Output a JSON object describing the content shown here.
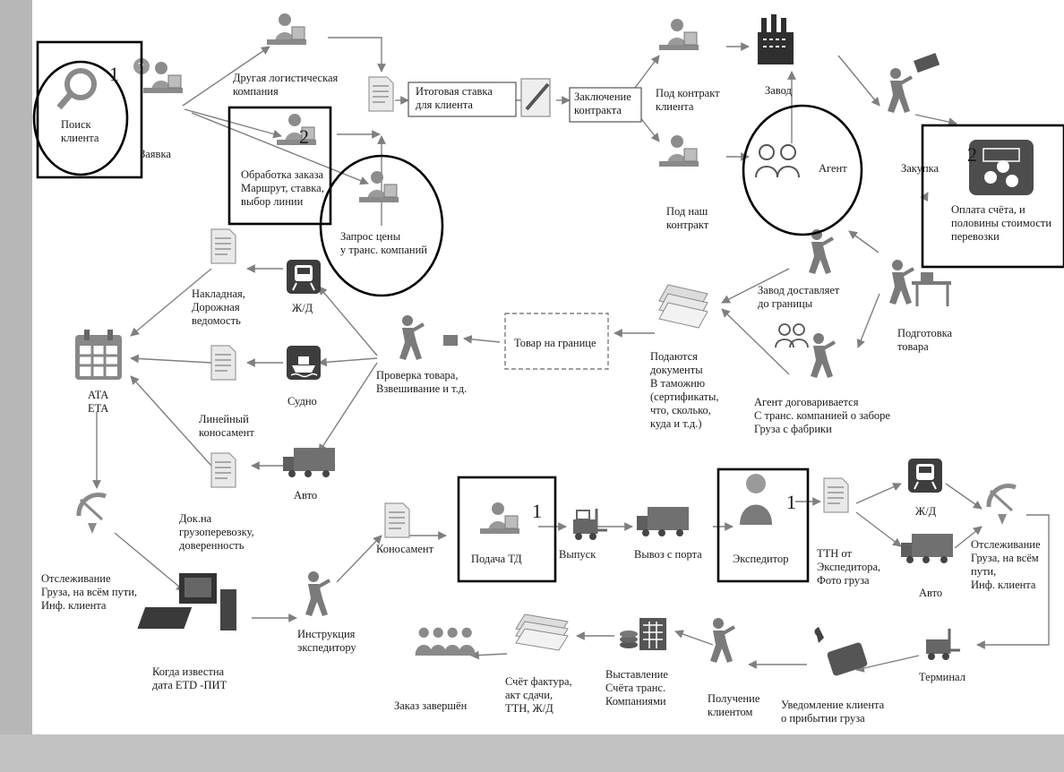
{
  "colors": {
    "arrow": "#7f7f7f",
    "icon": "#7a7a7a",
    "box_border": "#000000",
    "badge": "#4d4d4d",
    "frame": "#b7b7b7"
  },
  "markers": {
    "one": "1",
    "two": "2"
  },
  "labels": {
    "search": [
      "Поиск",
      "клиента"
    ],
    "request": [
      "Заявка"
    ],
    "other_logistics": [
      "Другая логистическая",
      "компания"
    ],
    "order_processing": [
      "Обработка заказа",
      "Маршрут, ставка,",
      "выбор линии"
    ],
    "price_request": [
      "Запрос цены",
      "у транс. компаний"
    ],
    "final_rate": [
      "Итоговая ставка",
      "для клиента"
    ],
    "contract": [
      "Заключение",
      "контракта"
    ],
    "client_contract": [
      "Под контракт",
      "клиента"
    ],
    "our_contract": [
      "Под наш",
      "контракт"
    ],
    "factory": [
      "Завод"
    ],
    "agent": [
      "Агент"
    ],
    "purchase": [
      "Закупка"
    ],
    "payment": [
      "Оплата счёта, и",
      "половины стоимости",
      "перевозки"
    ],
    "goods_prep": [
      "Подготовка",
      "товара"
    ],
    "factory_delivers": [
      "Завод доставляет",
      "до границы"
    ],
    "agent_agrees": [
      "Агент договаривается",
      "С транс. компанией о заборе",
      "Груза с фабрики"
    ],
    "docs_customs": [
      "Подаются",
      "документы",
      "В таможню",
      "(сертификаты,",
      "что, сколько,",
      "куда и т.д.)"
    ],
    "goods_border": [
      "Товар на границе"
    ],
    "inspection": [
      "Проверка товара,",
      "Взвешивание и т.д."
    ],
    "rail_top": [
      "Ж/Д"
    ],
    "ship": [
      "Судно"
    ],
    "auto_top": [
      "Авто"
    ],
    "waybill": [
      "Накладная,",
      "Дорожная",
      "ведомость"
    ],
    "bill_lading_line": [
      "Линейный",
      "коносамент"
    ],
    "auto_docs": [
      "Док.на",
      "грузоперевозку,",
      "доверенность"
    ],
    "ata_eta": [
      "ATA",
      "ETA"
    ],
    "tracking_left": [
      "Отслеживание",
      "Груза, на всём пути,",
      "Инф. клиента"
    ],
    "etd": [
      "Когда известна",
      "дата ETD -ПИТ"
    ],
    "forwarder_instr": [
      "Инструкция",
      "экспедитору"
    ],
    "bill_lading": [
      "Коносамент"
    ],
    "customs_decl": [
      "Подача ТД"
    ],
    "release": [
      "Выпуск"
    ],
    "port_export": [
      "Вывоз с порта"
    ],
    "forwarder": [
      "Экспедитор"
    ],
    "ttn": [
      "ТТН от",
      "Экспедитора,",
      "Фото груза"
    ],
    "rail_bottom": [
      "Ж/Д"
    ],
    "auto_bottom": [
      "Авто"
    ],
    "tracking_right": [
      "Отслеживание",
      "Груза, на всём",
      "пути,",
      "Инф. клиента"
    ],
    "terminal": [
      "Терминал"
    ],
    "notify_client": [
      "Уведомление клиента",
      "о прибытии груза"
    ],
    "receipt": [
      "Получение",
      "клиентом"
    ],
    "invoice_issue": [
      "Выставление",
      "Счёта транс.",
      "Компаниями"
    ],
    "invoice_docs": [
      "Счёт фактура,",
      "акт сдачи,",
      "ТТН, Ж/Д"
    ],
    "order_done": [
      "Заказ завершён"
    ]
  }
}
